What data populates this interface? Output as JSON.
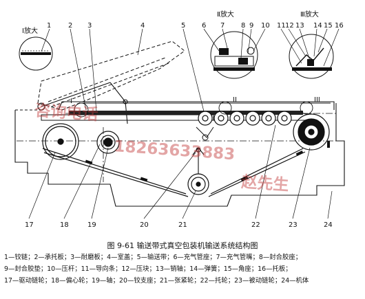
{
  "caption": "图 9-61   输送带式真空包装机输送系统结构图",
  "magnifier_labels": {
    "i": "Ⅰ放大",
    "ii": "Ⅱ放大",
    "iii": "Ⅲ放大"
  },
  "callout_markers": {
    "i": "I",
    "ii": "II",
    "iii": "III"
  },
  "part_numbers": {
    "n1": "1",
    "n2": "2",
    "n3": "3",
    "n4": "4",
    "n5": "5",
    "n6": "6",
    "n7": "7",
    "n8": "8",
    "n9": "9",
    "n10": "10",
    "n11": "11",
    "n12": "12",
    "n13": "13",
    "n14": "14",
    "n15": "15",
    "n16": "16",
    "n17": "17",
    "n18": "18",
    "n19": "19",
    "n20": "20",
    "n21": "21",
    "n22": "22",
    "n23": "23",
    "n24": "24"
  },
  "legend_lines": [
    "1—铰链；2—承托板；3—耐磨板；4—室盖；5—输送带；6—充气管座；7—充气管嘴；8—封合胶座；",
    "9—封合胶垫；10—压杆；11—导向条；12—压块；13—销轴；14—弹簧；15—角座；16—托板；",
    "17—驱动链轮；18—偏心轮；19—轴；20—铰支座；21—张紧轮；22—托轮；23—被动链轮；24—机体"
  ],
  "watermark": {
    "text_cn": "咨询电话",
    "phone": "18263633883",
    "name": "赵先生"
  }
}
